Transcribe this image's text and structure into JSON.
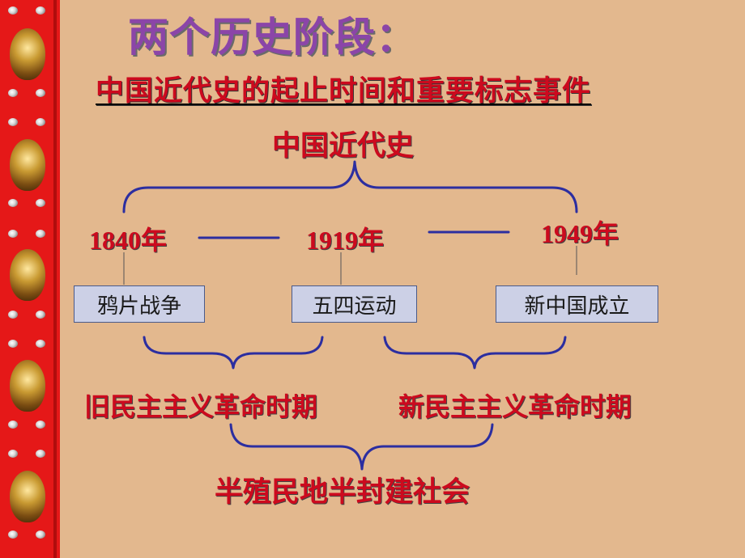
{
  "title": "两个历史阶段：",
  "subtitle": "中国近代史的起止时间和重要标志事件",
  "top_heading": "中国近代史",
  "years": [
    "1840年",
    "1919年",
    "1949年"
  ],
  "events": [
    "鸦片战争",
    "五四运动",
    "新中国成立"
  ],
  "periods": [
    "旧民主主义革命时期",
    "新民主主义革命时期"
  ],
  "society": "半殖民地半封建社会",
  "colors": {
    "background": "#e3b88e",
    "red_text": "#cc0a1e",
    "title_purple": "#8b45a8",
    "bracket_blue": "#2c2ea0",
    "box_fill": "#ccd0e6"
  }
}
